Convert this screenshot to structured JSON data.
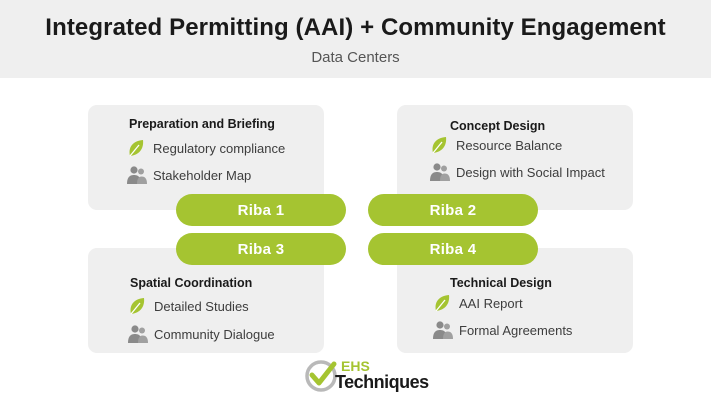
{
  "header": {
    "title": "Integrated Permitting (AAI) + Community Engagement",
    "subtitle": "Data Centers"
  },
  "cards": {
    "preparation": {
      "title": "Preparation and Briefing",
      "items": [
        {
          "icon": "leaf-icon",
          "label": "Regulatory compliance"
        },
        {
          "icon": "people-icon",
          "label": "Stakeholder Map"
        }
      ]
    },
    "concept": {
      "title": "Concept Design",
      "items": [
        {
          "icon": "leaf-icon",
          "label": "Resource Balance"
        },
        {
          "icon": "people-icon",
          "label": "Design with Social Impact"
        }
      ]
    },
    "spatial": {
      "title": "Spatial Coordination",
      "items": [
        {
          "icon": "leaf-icon",
          "label": "Detailed Studies"
        },
        {
          "icon": "people-icon",
          "label": "Community Dialogue"
        }
      ]
    },
    "technical": {
      "title": "Technical Design",
      "items": [
        {
          "icon": "leaf-icon",
          "label": "AAI Report"
        },
        {
          "icon": "people-icon",
          "label": "Formal Agreements"
        }
      ]
    }
  },
  "stages": [
    "Riba 1",
    "Riba 2",
    "Riba 3",
    "Riba 4"
  ],
  "logo": {
    "line1": "EHS",
    "line2": "Techniques"
  },
  "colors": {
    "accent": "#a5c431",
    "card_bg": "#efefef",
    "icon_gray": "#8a8a8a"
  }
}
